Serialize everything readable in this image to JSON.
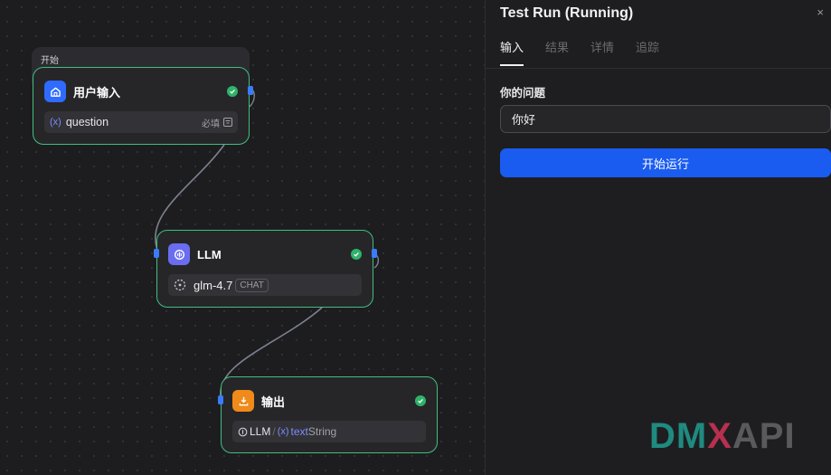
{
  "canvas": {
    "group_label": "开始",
    "nodes": {
      "input": {
        "title": "用户输入",
        "var_tag": "(x)",
        "field_name": "question",
        "required_label": "必填"
      },
      "llm": {
        "title": "LLM",
        "model": "glm-4.7",
        "model_mode": "CHAT"
      },
      "output": {
        "title": "输出",
        "source_node": "LLM",
        "separator": "/",
        "var_tag": "(x)",
        "var_name": "text",
        "var_type": "String"
      }
    }
  },
  "panel": {
    "title": "Test Run (Running)",
    "close_label": "×",
    "tabs": [
      "输入",
      "结果",
      "详情",
      "追踪"
    ],
    "active_tab": "输入",
    "question_label": "你的问题",
    "question_value": "你好",
    "run_button": "开始运行"
  },
  "watermark": {
    "part1": "DM",
    "part2": "X",
    "part3": "API"
  },
  "colors": {
    "accent": "#1a5cf0",
    "node_border": "#3fbf7f",
    "status_success": "#2fb36a",
    "input_icon_bg": "#2f6bff",
    "llm_icon_bg": "#6b6df0",
    "output_icon_bg": "#f08a1a"
  },
  "icons": {
    "input": "home-icon",
    "llm": "llm-icon",
    "output": "output-icon",
    "status": "check-circle-icon",
    "model": "model-icon",
    "required": "menu-icon"
  }
}
